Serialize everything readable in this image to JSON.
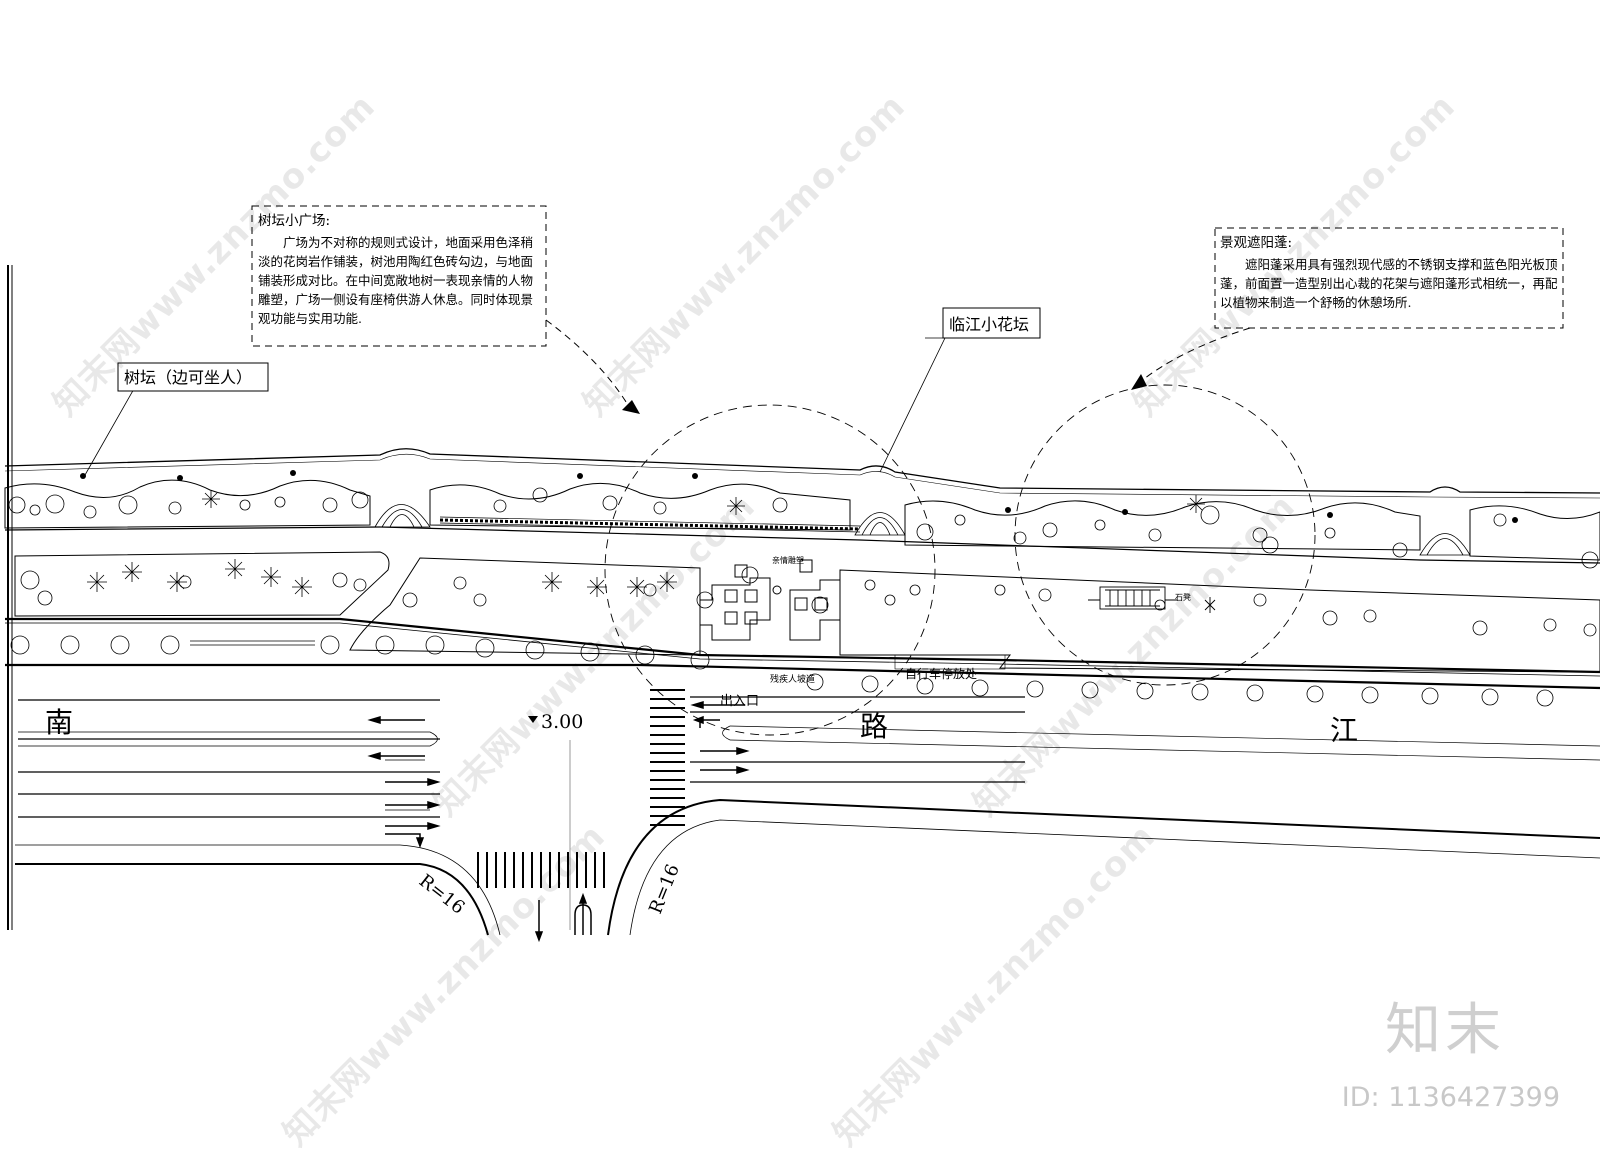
{
  "notes": {
    "plaza": {
      "title": "树坛小广场:",
      "body": "广场为不对称的规则式设计，地面采用色泽稍淡的花岗岩作铺装，树池用陶红色砖勾边，与地面铺装形成对比。在中间宽敞地树一表现亲情的人物雕塑，广场一侧设有座椅供游人休息。同时体现景观功能与实用功能."
    },
    "canopy": {
      "title": "景观遮阳蓬:",
      "body": "遮阳蓬采用具有强烈现代感的不锈钢支撑和蓝色阳光板顶蓬，前面置一造型别出心裁的花架与遮阳蓬形式相统一，再配以植物来制造一个舒畅的休憩场所."
    }
  },
  "callouts": {
    "tree_bed": "树坛（边可坐人）",
    "flower_bed": "临江小花坛"
  },
  "plan_labels": {
    "sculpture": "亲情雕塑",
    "bike_parking": "自行车停放处",
    "ramp": "残疾人坡道",
    "entrance": "出入口",
    "seat": "石凳"
  },
  "road": {
    "char1": "南",
    "char2": "路",
    "char3": "江",
    "elevation": "3.00",
    "radius_left": "R=16",
    "radius_right": "R=16"
  },
  "watermark": {
    "site": "www.znzmo.com",
    "brand": "知末网",
    "logo": "知末",
    "id": "ID: 1136427399"
  }
}
